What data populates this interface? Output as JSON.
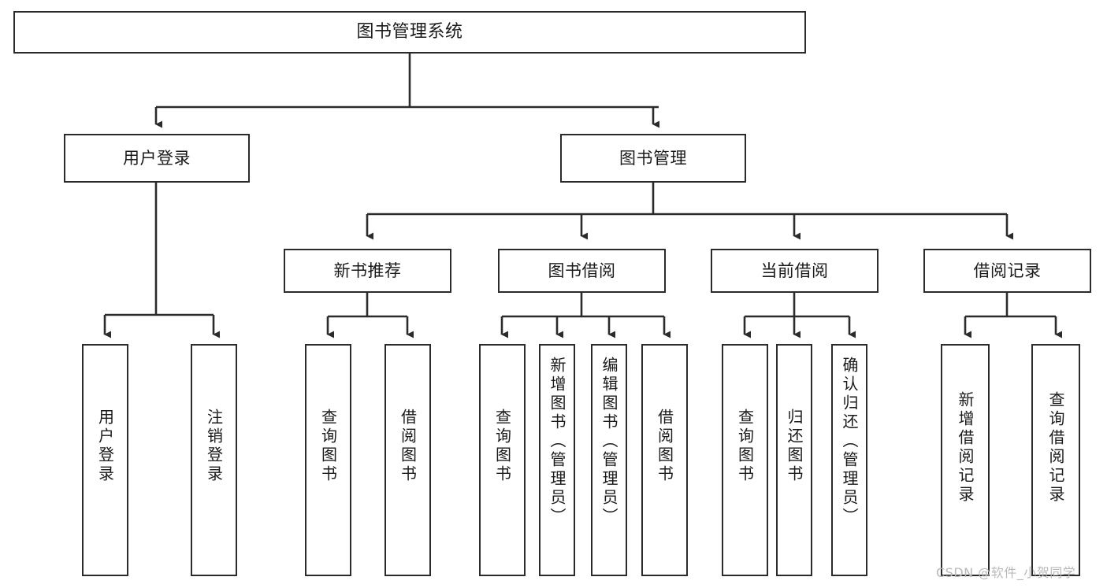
{
  "diagram": {
    "title": "图书管理系统",
    "type": "tree",
    "root": {
      "id": "root",
      "label": "图书管理系统"
    },
    "level2": [
      {
        "id": "user-login",
        "label": "用户登录"
      },
      {
        "id": "book-manage",
        "label": "图书管理"
      }
    ],
    "level3": [
      {
        "id": "new-book-recommend",
        "label": "新书推荐",
        "parent": "book-manage"
      },
      {
        "id": "book-borrow",
        "label": "图书借阅",
        "parent": "book-manage"
      },
      {
        "id": "current-borrow",
        "label": "当前借阅",
        "parent": "book-manage"
      },
      {
        "id": "borrow-record",
        "label": "借阅记录",
        "parent": "book-manage"
      }
    ],
    "leaves": [
      {
        "id": "leaf-user-login",
        "label": "用户登录",
        "parent": "user-login"
      },
      {
        "id": "leaf-logout-login",
        "label": "注销登录",
        "parent": "user-login"
      },
      {
        "id": "leaf-query-book-1",
        "label": "查询图书",
        "parent": "new-book-recommend"
      },
      {
        "id": "leaf-borrow-book-1",
        "label": "借阅图书",
        "parent": "new-book-recommend"
      },
      {
        "id": "leaf-query-book-2",
        "label": "查询图书",
        "parent": "book-borrow"
      },
      {
        "id": "leaf-add-book",
        "label": "新增图书（管理员）",
        "parent": "book-borrow"
      },
      {
        "id": "leaf-edit-book",
        "label": "编辑图书（管理员）",
        "parent": "book-borrow"
      },
      {
        "id": "leaf-borrow-book-2",
        "label": "借阅图书",
        "parent": "book-borrow"
      },
      {
        "id": "leaf-query-book-3",
        "label": "查询图书",
        "parent": "current-borrow"
      },
      {
        "id": "leaf-return-book",
        "label": "归还图书",
        "parent": "current-borrow"
      },
      {
        "id": "leaf-confirm-return",
        "label": "确认归还（管理员）",
        "parent": "current-borrow"
      },
      {
        "id": "leaf-add-record",
        "label": "新增借阅记录",
        "parent": "borrow-record"
      },
      {
        "id": "leaf-query-record",
        "label": "查询借阅记录",
        "parent": "borrow-record"
      }
    ],
    "colors": {
      "border": "#2b2b2b",
      "background": "#ffffff",
      "text": "#1a1a1a",
      "watermark": "#b9b9b9"
    }
  },
  "watermark": {
    "text": "CSDN @软件_小贺同学"
  }
}
